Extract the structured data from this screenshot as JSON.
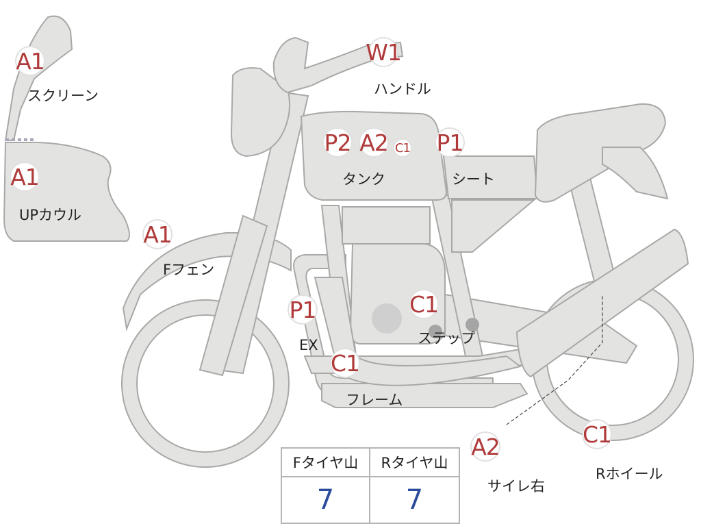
{
  "parts": {
    "screen": {
      "grade": "A1",
      "label": "スクリーン"
    },
    "upcowl": {
      "grade": "A1",
      "label": "UPカウル"
    },
    "ffender": {
      "grade": "A1",
      "label": "Fフェン"
    },
    "handle": {
      "grade": "W1",
      "label": "ハンドル"
    },
    "tank": {
      "grades": [
        "P2",
        "A2",
        "C1"
      ],
      "label": "タンク"
    },
    "seat": {
      "grade": "P1",
      "label": "シート"
    },
    "exhaust": {
      "grade": "P1",
      "label": "EX"
    },
    "step": {
      "grade": "C1",
      "label": "ステップ"
    },
    "frame": {
      "grade": "C1",
      "label": "フレーム"
    },
    "silencer": {
      "grade": "A2",
      "label": "サイレ右"
    },
    "rwheel": {
      "grade": "C1",
      "label": "Rホイール"
    }
  },
  "tire_table": {
    "headers": [
      "Fタイヤ山",
      "Rタイヤ山"
    ],
    "values": [
      "7",
      "7"
    ]
  },
  "colors": {
    "body_fill": "#e3e3e1",
    "outline": "#a8a8a6",
    "grade_text": "#b03a3a",
    "value_text": "#2b4c9a"
  }
}
